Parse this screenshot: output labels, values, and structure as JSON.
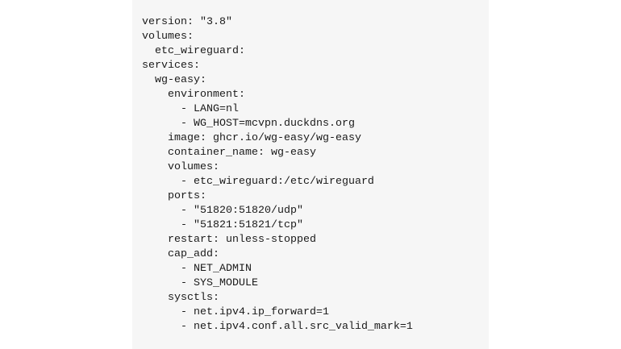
{
  "code": {
    "lines": [
      "version: \"3.8\"",
      "volumes:",
      "  etc_wireguard:",
      "services:",
      "  wg-easy:",
      "    environment:",
      "      - LANG=nl",
      "      - WG_HOST=mcvpn.duckdns.org",
      "    image: ghcr.io/wg-easy/wg-easy",
      "    container_name: wg-easy",
      "    volumes:",
      "      - etc_wireguard:/etc/wireguard",
      "    ports:",
      "      - \"51820:51820/udp\"",
      "      - \"51821:51821/tcp\"",
      "    restart: unless-stopped",
      "    cap_add:",
      "      - NET_ADMIN",
      "      - SYS_MODULE",
      "    sysctls:",
      "      - net.ipv4.ip_forward=1",
      "      - net.ipv4.conf.all.src_valid_mark=1"
    ]
  }
}
